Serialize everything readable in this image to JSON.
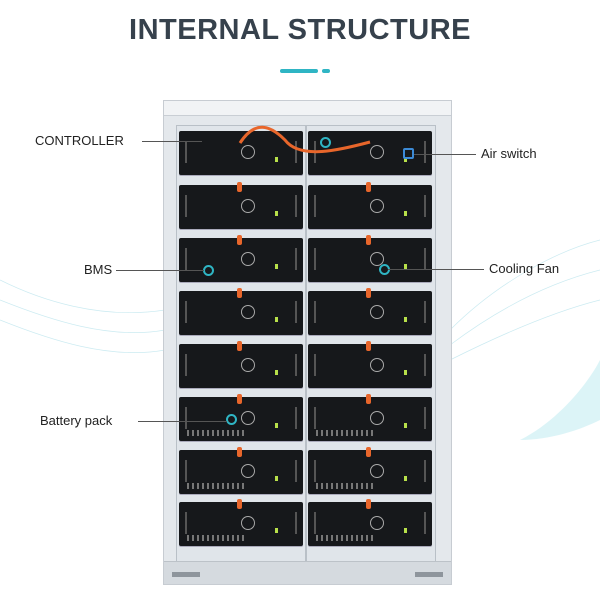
{
  "title": "INTERNAL STRUCTURE",
  "callouts": {
    "controller": "CONTROLLER",
    "air_switch": "Air switch",
    "bms": "BMS",
    "cooling_fan": "Cooling Fan",
    "battery_pack": "Battery pack"
  },
  "colors": {
    "accent": "#2fb5c4",
    "cable": "#e8662b",
    "title": "#36414c"
  }
}
